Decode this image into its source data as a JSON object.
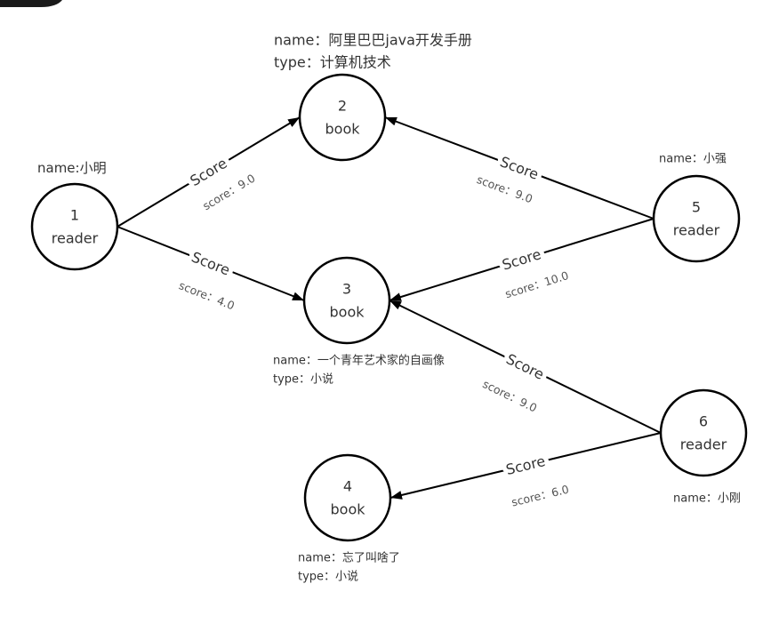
{
  "nodes": [
    {
      "id": "1",
      "kind": "reader",
      "attrs": [
        "name:小明"
      ]
    },
    {
      "id": "2",
      "kind": "book",
      "attrs": [
        "name：阿里巴巴java开发手册",
        "type：计算机技术"
      ]
    },
    {
      "id": "3",
      "kind": "book",
      "attrs": [
        "name：一个青年艺术家的自画像",
        "type：小说"
      ]
    },
    {
      "id": "4",
      "kind": "book",
      "attrs": [
        "name：忘了叫啥了",
        "type：小说"
      ]
    },
    {
      "id": "5",
      "kind": "reader",
      "attrs": [
        "name：小强"
      ]
    },
    {
      "id": "6",
      "kind": "reader",
      "attrs": [
        "name：小刚"
      ]
    }
  ],
  "edges": [
    {
      "from": 1,
      "to": 2,
      "label": "Score",
      "score": "score：9.0"
    },
    {
      "from": 1,
      "to": 3,
      "label": "Score",
      "score": "score：4.0"
    },
    {
      "from": 5,
      "to": 2,
      "label": "Score",
      "score": "score：9.0"
    },
    {
      "from": 5,
      "to": 3,
      "label": "Score",
      "score": "score：10.0"
    },
    {
      "from": 6,
      "to": 3,
      "label": "Score",
      "score": "score：9.0"
    },
    {
      "from": 6,
      "to": 4,
      "label": "Score",
      "score": "score：6.0"
    }
  ],
  "colors": {
    "line": "#000000",
    "text": "#333333",
    "score_text": "#555555",
    "background": "#ffffff"
  }
}
